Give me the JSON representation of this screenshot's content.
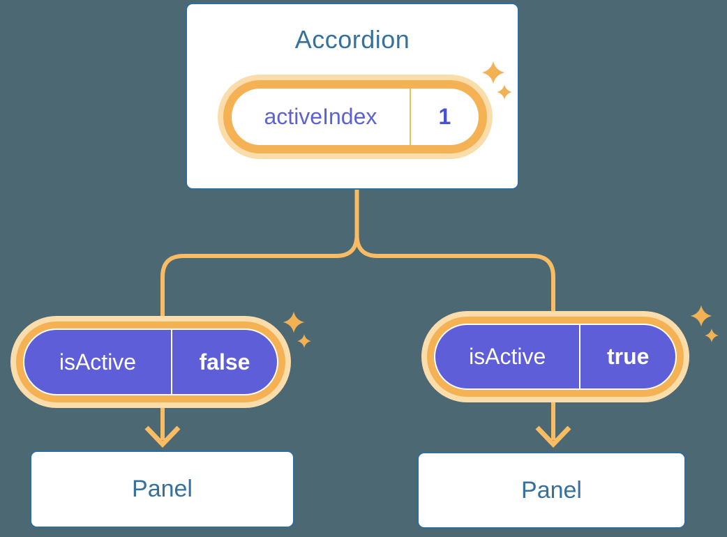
{
  "diagram": {
    "accordion": {
      "title": "Accordion",
      "state": {
        "label": "activeIndex",
        "value": "1"
      }
    },
    "children": [
      {
        "prop": {
          "label": "isActive",
          "value": "false"
        },
        "panel": {
          "label": "Panel"
        }
      },
      {
        "prop": {
          "label": "isActive",
          "value": "true"
        },
        "panel": {
          "label": "Panel"
        }
      }
    ]
  },
  "icons": {
    "sparkle": "sparkle-icon",
    "arrow": "arrow-down-icon"
  },
  "colors": {
    "background": "#4C6872",
    "card_border": "#2E6D9E",
    "heading_text": "#35719E",
    "wire_orange": "#F8BC64",
    "pill_ring_orange": "#F5B254",
    "pill_halo_cream": "#FBDDAC",
    "sparkle_orange": "#F2B152",
    "prop_purple": "#5E5ED8",
    "state_key_purple": "#5C62D6",
    "state_value_purple": "#4A51CC",
    "prop_text_white": "#FFFFFF"
  }
}
